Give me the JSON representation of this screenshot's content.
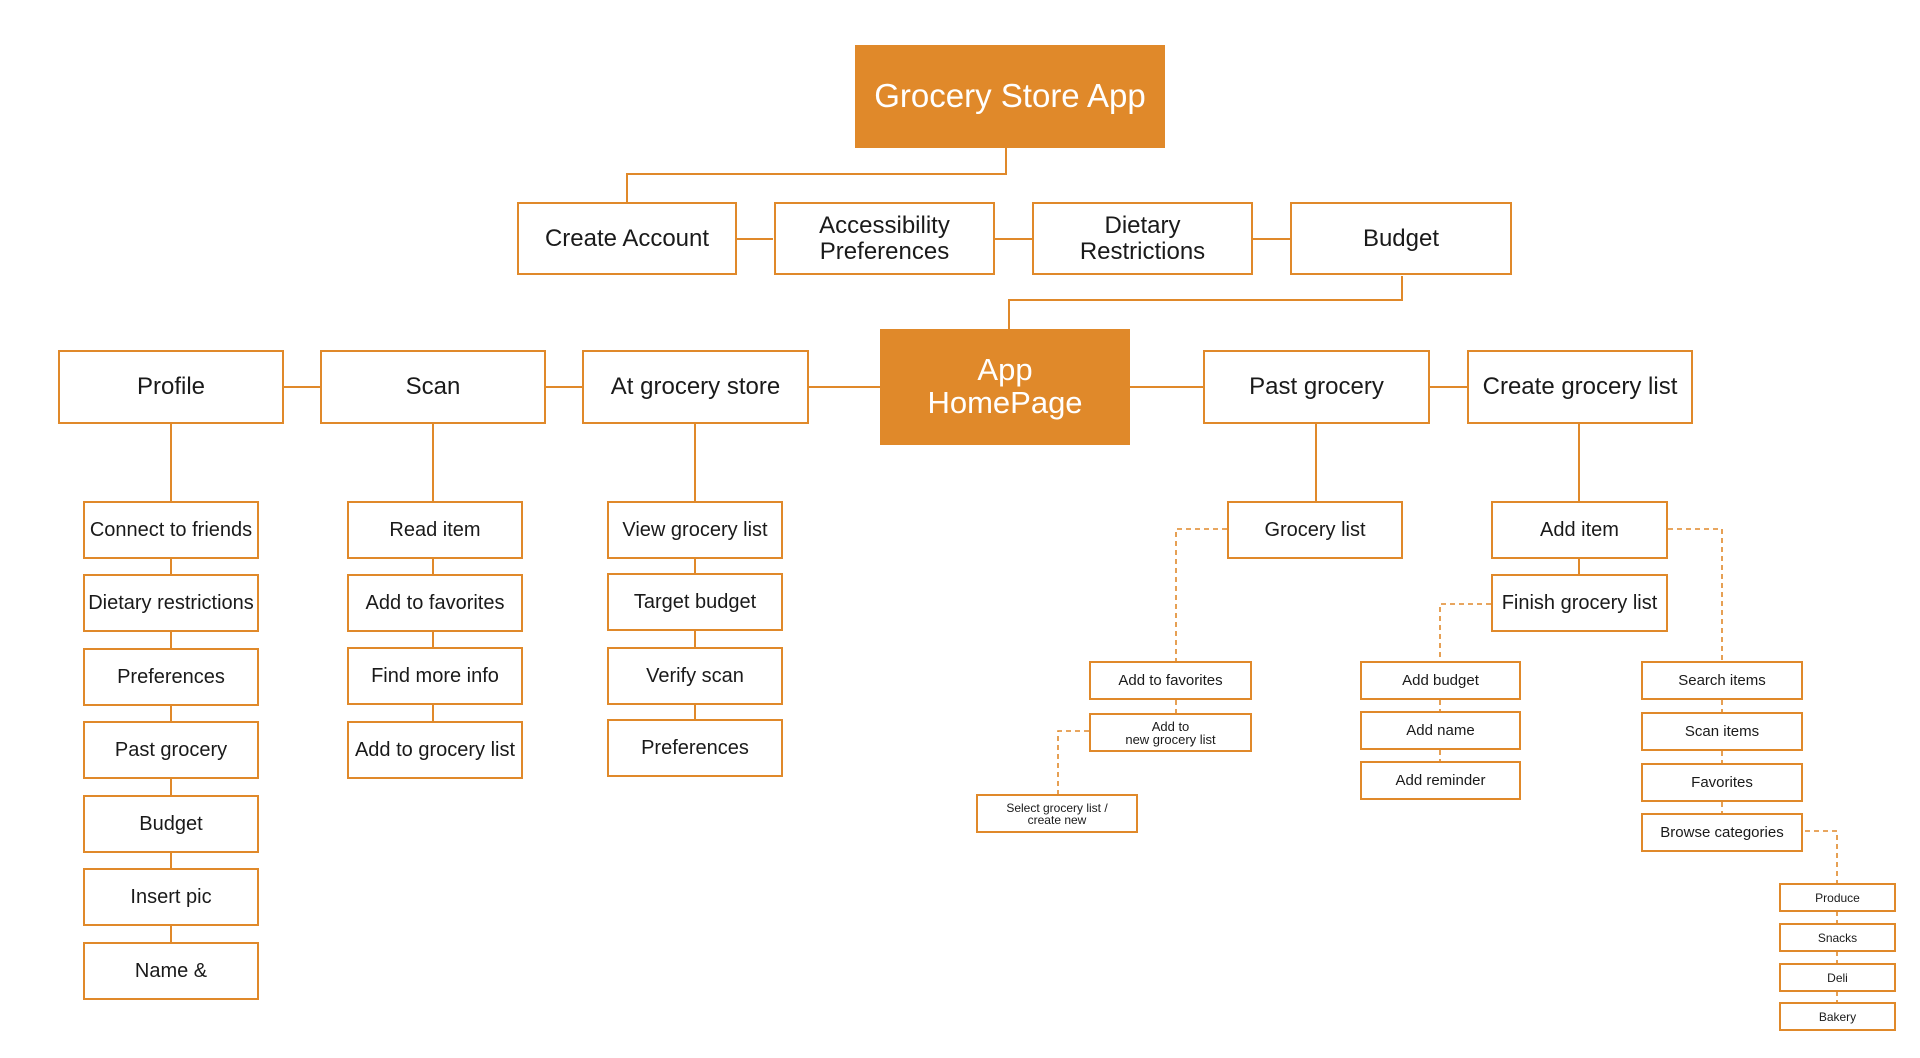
{
  "colors": {
    "accent": "#E0892A",
    "text": "#1a1a1a",
    "background": "#ffffff"
  },
  "root": {
    "label": "Grocery Store App"
  },
  "setup": {
    "create_account": "Create Account",
    "accessibility_line1": "Accessibility",
    "accessibility_line2": "Preferences",
    "dietary_line1": "Dietary",
    "dietary_line2": "Restrictions",
    "budget": "Budget"
  },
  "homepage": {
    "line1": "App",
    "line2": "HomePage"
  },
  "sections": {
    "profile": "Profile",
    "scan": "Scan",
    "at_store": "At grocery store",
    "past_grocery": "Past grocery",
    "create_list": "Create grocery list"
  },
  "profile_items": [
    "Connect to friends",
    "Dietary restrictions",
    "Preferences",
    "Past grocery",
    "Budget",
    "Insert pic",
    "Name &"
  ],
  "scan_items": [
    "Read item",
    "Add to favorites",
    "Find more info",
    "Add to grocery list"
  ],
  "store_items": [
    "View grocery list",
    "Target budget",
    "Verify scan",
    "Preferences"
  ],
  "past": {
    "grocery_list": "Grocery list",
    "add_to_favorites": "Add to favorites",
    "add_to_new_line1": "Add to",
    "add_to_new_line2": "new grocery list",
    "select_line1": "Select grocery list /",
    "select_line2": "create new"
  },
  "create": {
    "add_item": "Add item",
    "finish_list": "Finish grocery list",
    "finish_items": [
      "Add budget",
      "Add name",
      "Add reminder"
    ],
    "search_items": [
      "Search items",
      "Scan items",
      "Favorites",
      "Browse categories"
    ],
    "categories": [
      "Produce",
      "Snacks",
      "Deli",
      "Bakery"
    ]
  }
}
